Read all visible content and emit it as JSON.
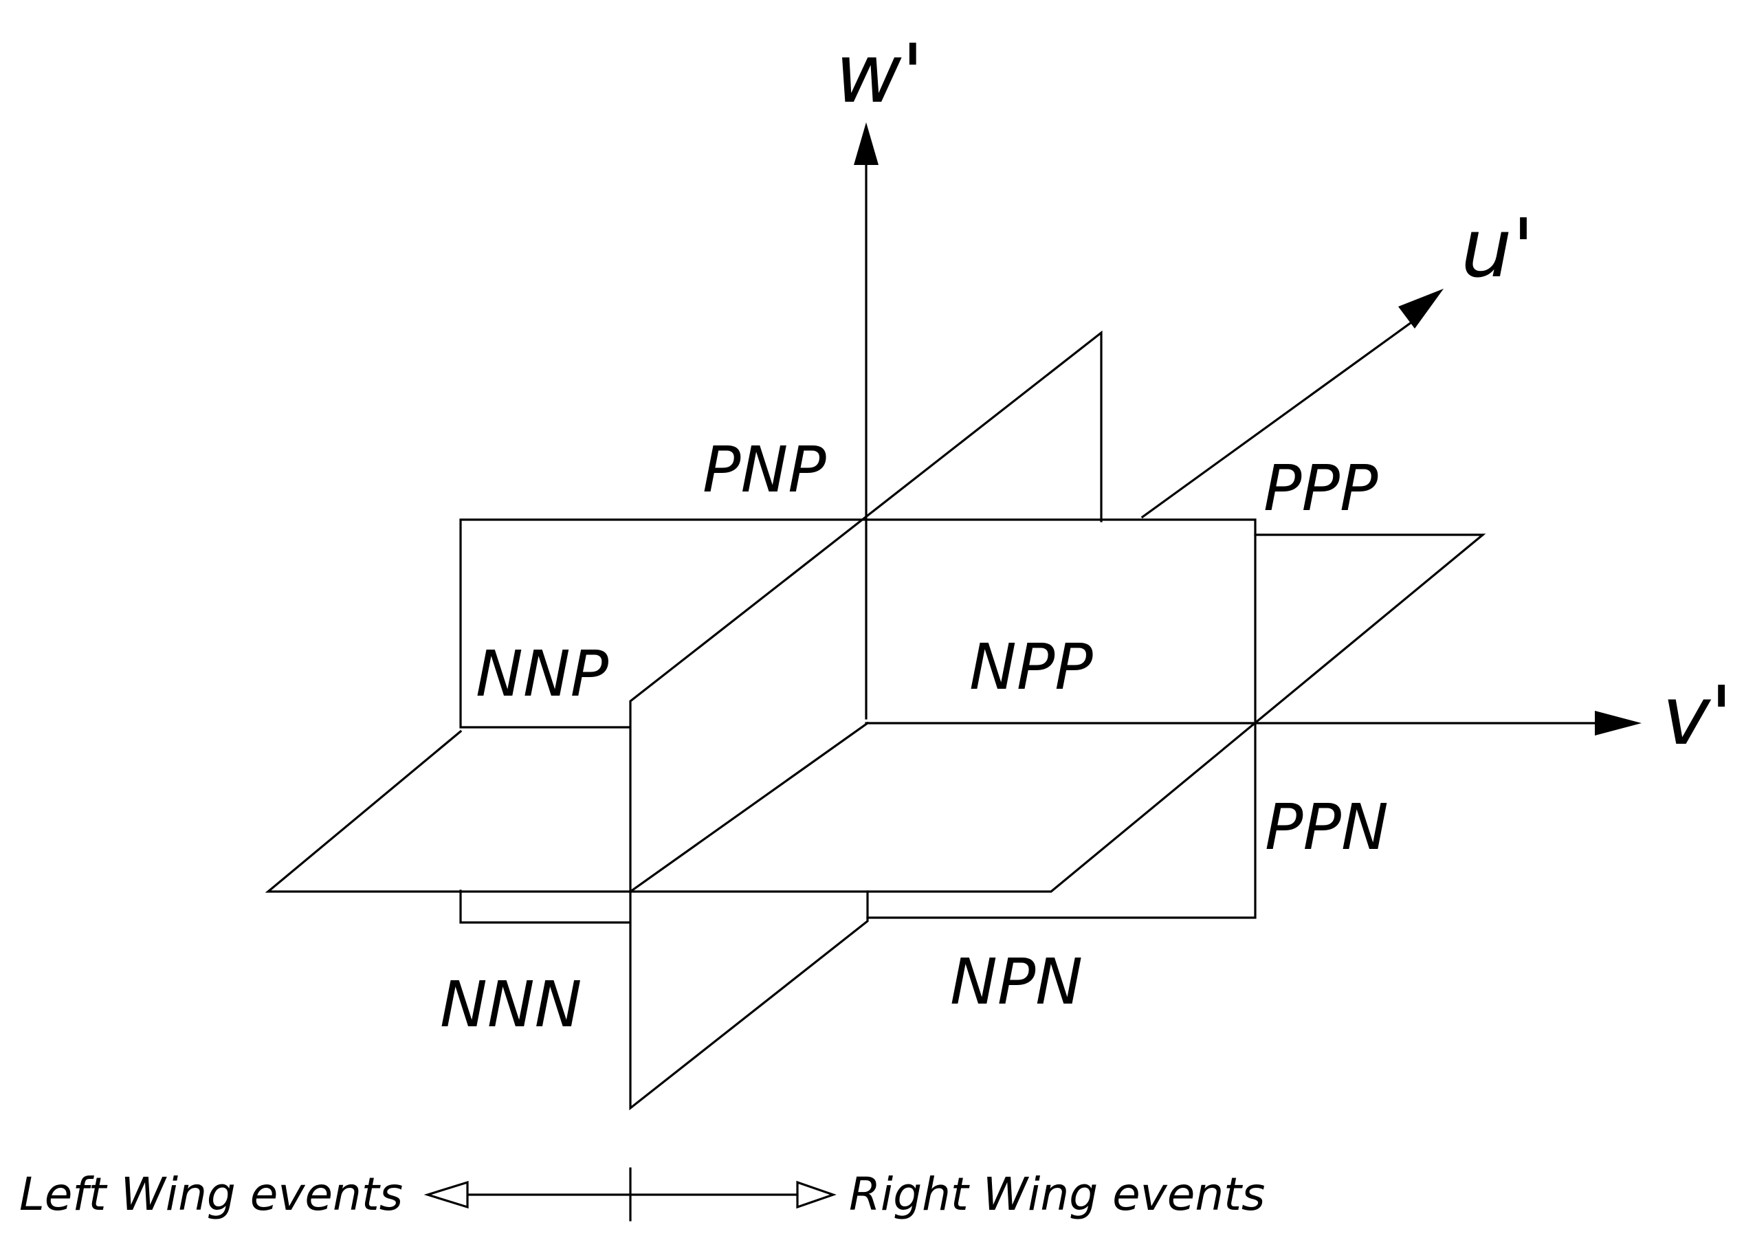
{
  "axes": {
    "w": "w'",
    "u": "u'",
    "v": "v'"
  },
  "octants": {
    "pnp": "PNP",
    "ppp": "PPP",
    "nnp": "NNP",
    "npp": "NPP",
    "ppn": "PPN",
    "nnn": "NNN",
    "npn": "NPN"
  },
  "legend": {
    "left": "Left Wing events",
    "right": "Right Wing events"
  },
  "colors": {
    "stroke": "#000000",
    "background": "#ffffff"
  }
}
